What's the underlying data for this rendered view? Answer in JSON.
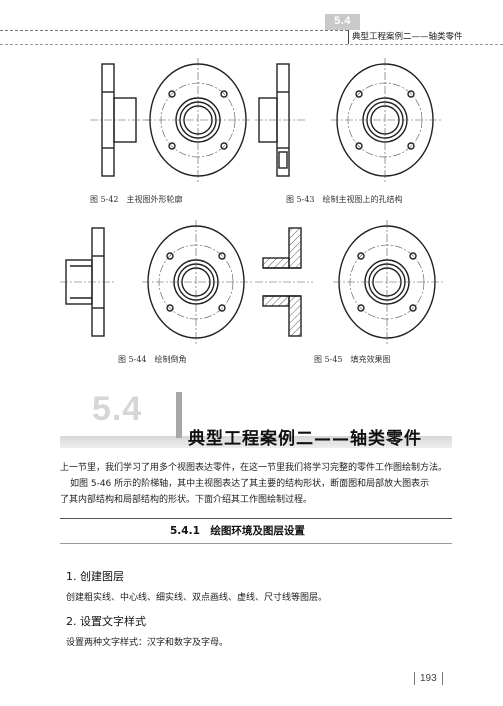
{
  "header": {
    "section": "5.4",
    "title": "典型工程案例二——轴类零件"
  },
  "figures": [
    {
      "caption": "图 5-42　主视图外形轮廓"
    },
    {
      "caption": "图 5-43　绘制主视图上的孔结构"
    },
    {
      "caption": "图 5-44　绘制倒角"
    },
    {
      "caption": "图 5-45　填充效果图"
    }
  ],
  "section": {
    "number": "5.4",
    "title": "典型工程案例二——轴类零件"
  },
  "intro": [
    "上一节里，我们学习了用多个视图表达零件，在这一节里我们将学习完整的零件工作图绘制方法。",
    "如图 5-46 所示的阶梯轴，其中主视图表达了其主要的结构形状，断面图和局部放大图表示",
    "了其内部结构和局部结构的形状。下面介绍其工作图绘制过程。"
  ],
  "subsection": "5.4.1　绘图环境及图层设置",
  "steps": [
    {
      "heading": "1. 创建图层",
      "text": "创建粗实线、中心线、细实线、双点画线、虚线、尺寸线等图层。"
    },
    {
      "heading": "2. 设置文字样式",
      "text": "设置两种文字样式：汉字和数字及字母。"
    }
  ],
  "page_number": "193"
}
